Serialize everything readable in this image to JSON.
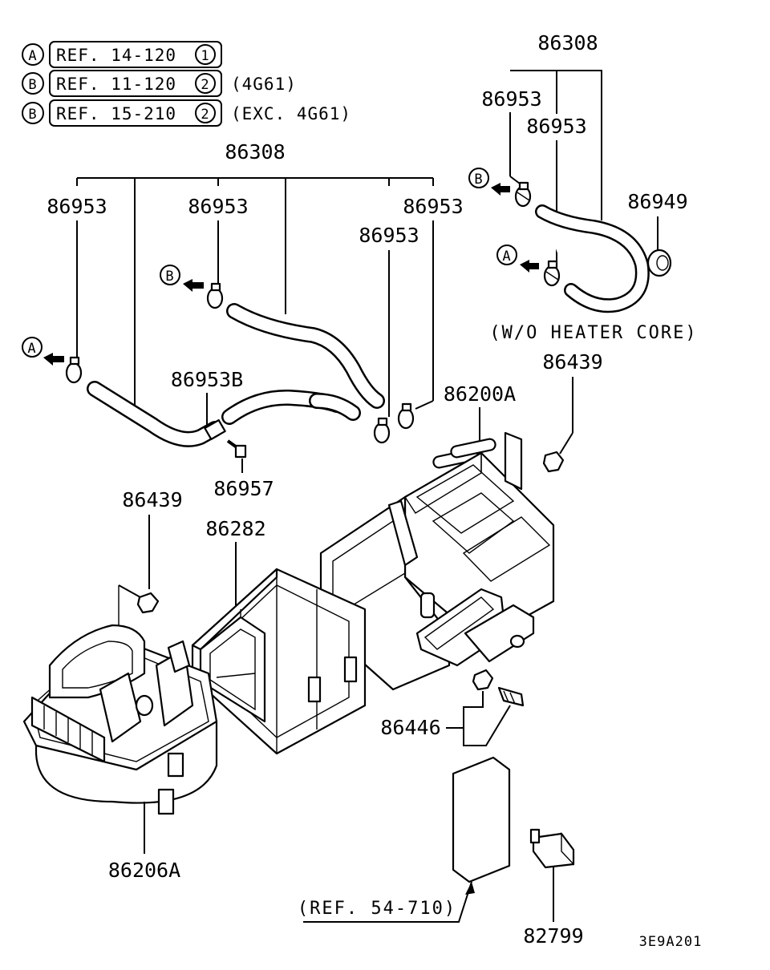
{
  "legend": {
    "rows": [
      {
        "marker": "A",
        "ref": "REF. 14-120",
        "num": "1",
        "note": ""
      },
      {
        "marker": "B",
        "ref": "REF. 11-120",
        "num": "2",
        "note": "(4G61)"
      },
      {
        "marker": "B",
        "ref": "REF. 15-210",
        "num": "2",
        "note": "(EXC. 4G61)"
      }
    ]
  },
  "labels": {
    "p86308_top": "86308",
    "p86953_r1": "86953",
    "p86953_r2": "86953",
    "p86949": "86949",
    "wo_heater_core": "(W/O HEATER CORE)",
    "p86308_mid": "86308",
    "p86953_l1": "86953",
    "p86953_l2": "86953",
    "p86953_l3": "86953",
    "p86953_l4": "86953",
    "p86953B": "86953B",
    "p86957": "86957",
    "p86439_r": "86439",
    "p86200A": "86200A",
    "p86439_l": "86439",
    "p86282": "86282",
    "p86446": "86446",
    "p86206A": "86206A",
    "ref_54_710": "(REF. 54-710)",
    "p82799": "82799",
    "diagram_code": "3E9A201"
  },
  "markers": {
    "a": "A",
    "b": "B"
  }
}
